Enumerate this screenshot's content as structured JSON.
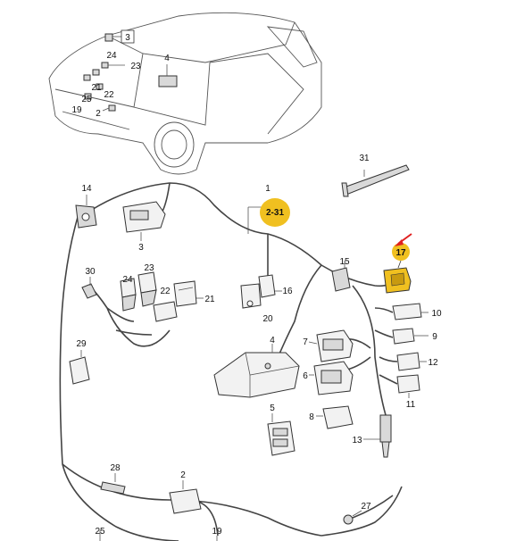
{
  "callouts": {
    "c1": "1",
    "c2": "2",
    "c2b": "2",
    "c3": "3",
    "c3b": "3",
    "c4": "4",
    "c4b": "4",
    "c5": "5",
    "c6": "6",
    "c7": "7",
    "c8": "8",
    "c9": "9",
    "c10": "10",
    "c11": "11",
    "c12": "12",
    "c13": "13",
    "c14": "14",
    "c15": "15",
    "c16": "16",
    "c17": "17",
    "c19": "19",
    "c19b": "19",
    "c20": "20",
    "c21": "21",
    "c21b": "21",
    "c22": "22",
    "c22b": "22",
    "c23": "23",
    "c23b": "23",
    "c24": "24",
    "c24b": "24",
    "c25": "25",
    "c25b": "25",
    "c27": "27",
    "c28": "28",
    "c29": "29",
    "c30": "30",
    "c31": "31"
  },
  "highlight": {
    "ref": "2-31",
    "target": "17",
    "color": "#f0c020",
    "arrow_color": "#e02020"
  }
}
